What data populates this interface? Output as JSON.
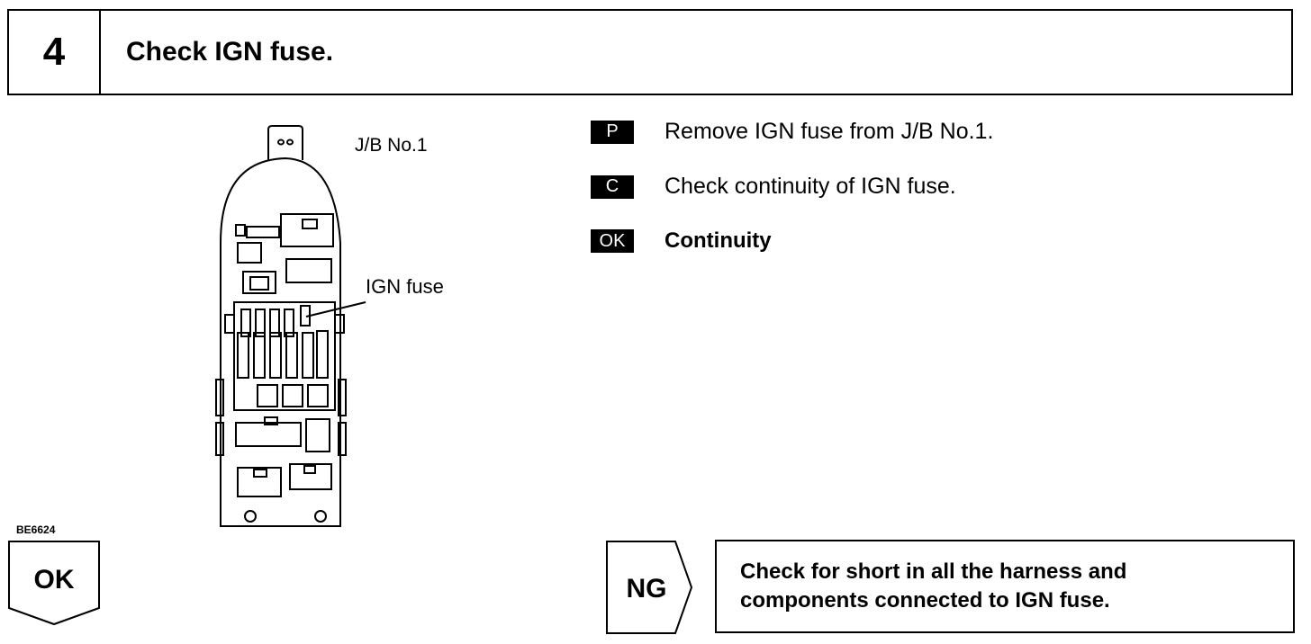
{
  "header": {
    "step_number": "4",
    "title": "Check IGN fuse."
  },
  "figure": {
    "jb_label": "J/B No.1",
    "fuse_label": "IGN fuse",
    "code": "BE6624"
  },
  "instructions": [
    {
      "badge": "P",
      "text": "Remove IGN fuse from J/B No.1.",
      "bold": false
    },
    {
      "badge": "C",
      "text": "Check continuity of IGN fuse.",
      "bold": false
    },
    {
      "badge": "OK",
      "text": "Continuity",
      "bold": true
    }
  ],
  "results": {
    "ok_label": "OK",
    "ng_label": "NG",
    "ng_action_line1": "Check for short in all the harness and",
    "ng_action_line2": "components connected to IGN fuse."
  }
}
